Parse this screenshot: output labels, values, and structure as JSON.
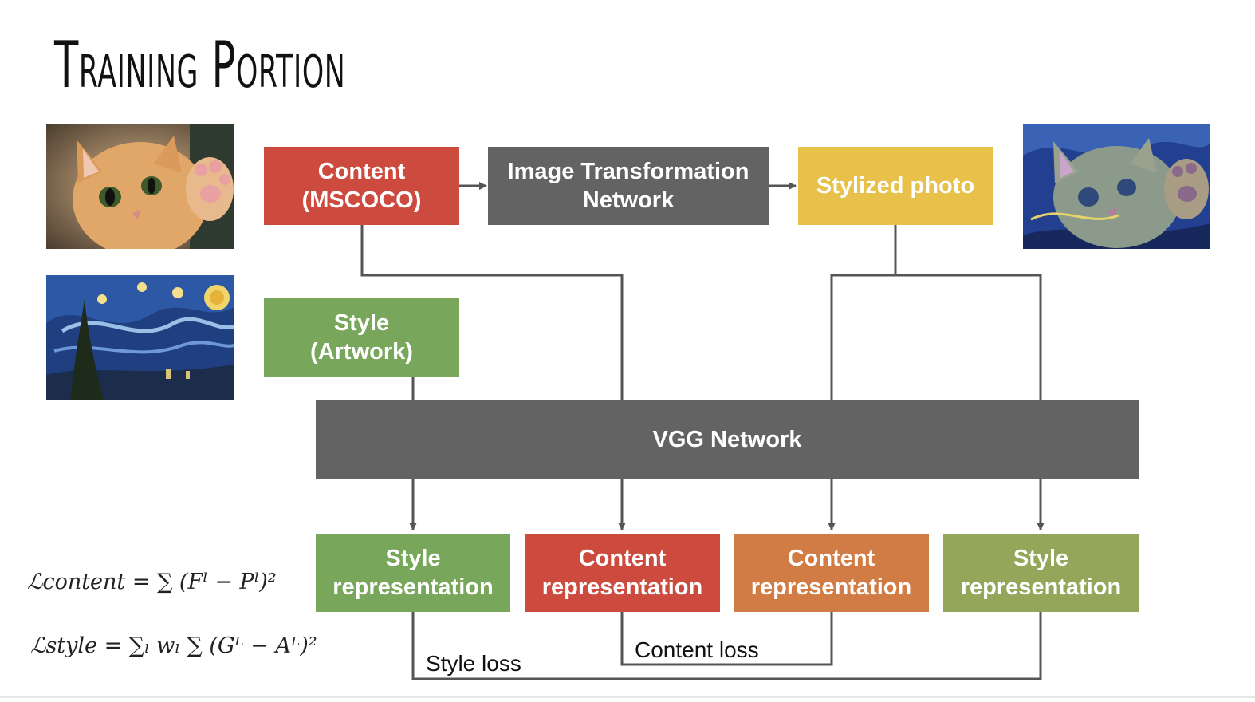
{
  "title": "Training Portion",
  "boxes": {
    "content_input": "Content\n(MSCOCO)",
    "image_transformation": "Image Transformation\nNetwork",
    "stylized_photo": "Stylized photo",
    "style_input": "Style\n(Artwork)",
    "vgg": "VGG Network",
    "style_rep_1": "Style\nrepresentation",
    "content_rep_1": "Content\nrepresentation",
    "content_rep_2": "Content\nrepresentation",
    "style_rep_2": "Style\nrepresentation"
  },
  "labels": {
    "style_loss": "Style loss",
    "content_loss": "Content loss"
  },
  "formulas": {
    "content": "ℒcontent = ∑ (Fˡ − Pˡ)²",
    "style": "ℒstyle = ∑ₗ wₗ ∑ (Gᴸ − Aᴸ)²"
  },
  "images": {
    "content_photo": "kitten photo",
    "style_artwork": "starry night painting",
    "stylized_output": "stylized kitten"
  },
  "colors": {
    "red": "#cc4b3e",
    "gray": "#636363",
    "yellow": "#e8c14a",
    "green": "#78a65a",
    "orange": "#d27c45",
    "olive": "#93a65a"
  }
}
